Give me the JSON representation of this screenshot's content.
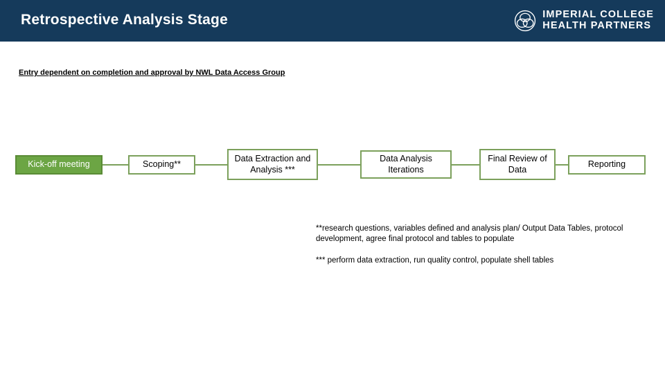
{
  "header": {
    "title": "Retrospective Analysis Stage",
    "background_color": "#153A5B",
    "logo": {
      "mark_name": "imperial-college-health-partners-mark",
      "line1": "IMPERIAL COLLEGE",
      "line2": "HEALTH PARTNERS"
    }
  },
  "entry_note": "Entry dependent on completion and approval by NWL Data Access Group",
  "flow": {
    "accent_color": "#7BA05B",
    "filled_color": "#6CA544",
    "nodes": [
      {
        "label": "Kick-off meeting",
        "style": "filled"
      },
      {
        "label": "Scoping**",
        "style": "outline"
      },
      {
        "label": "Data Extraction and Analysis ***",
        "style": "outline"
      },
      {
        "label": "Data Analysis Iterations",
        "style": "outline"
      },
      {
        "label": "Final Review of Data",
        "style": "outline"
      },
      {
        "label": "Reporting",
        "style": "outline"
      }
    ]
  },
  "footnotes": [
    "**research questions, variables defined and analysis plan/ Output Data Tables, protocol development, agree final protocol and tables to populate",
    "*** perform data extraction, run quality control, populate shell tables"
  ]
}
